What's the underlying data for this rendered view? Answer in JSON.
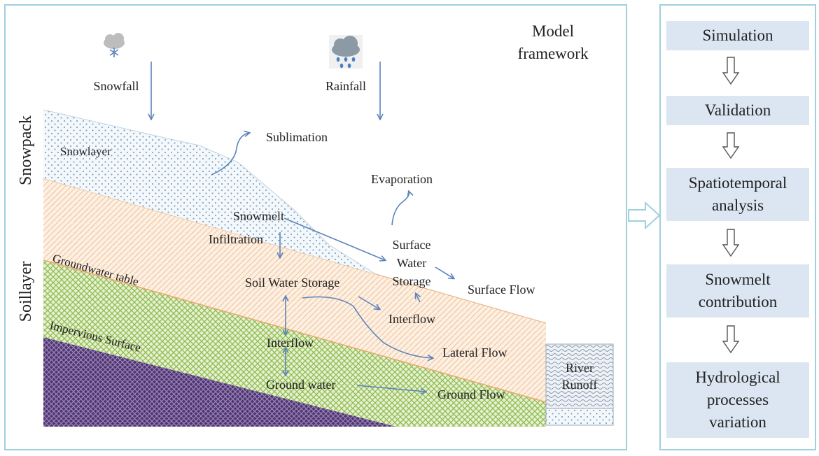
{
  "diagram": {
    "title_line1": "Model",
    "title_line2": "framework",
    "vertical_labels": {
      "snowpack": "Snowpack",
      "soillayer": "Soillayer"
    },
    "layer_labels": {
      "snowlayer": "Snowlayer",
      "groundwater_table": "Groundwater table",
      "impervious_surface": "Impervious Surface"
    },
    "precipitation": {
      "snowfall": "Snowfall",
      "rainfall": "Rainfall"
    },
    "processes": {
      "sublimation": "Sublimation",
      "evaporation": "Evaporation",
      "snowmelt": "Snowmelt",
      "infiltration": "Infiltration",
      "surface_water_storage_line1": "Surface",
      "surface_water_storage_line2": "Water",
      "surface_water_storage_line3": "Storage",
      "surface_flow": "Surface Flow",
      "soil_water_storage": "Soil Water Storage",
      "interflow_upper": "Interflow",
      "interflow_lower": "Interflow",
      "lateral_flow": "Lateral Flow",
      "ground_water": "Ground water",
      "ground_flow": "Ground Flow",
      "river_runoff_line1": "River",
      "river_runoff_line2": "Runoff"
    },
    "colors": {
      "frame": "#9fd0dc",
      "arrow": "#5b84b8",
      "snow_dots": "#7ea6c8",
      "soil_orange": "#f0c7a0",
      "groundwater_green": "#8fbc4c",
      "impervious_purple": "#6a4b88",
      "step_box": "#dce6f2"
    }
  },
  "workflow": {
    "steps": [
      {
        "line1": "Simulation",
        "line2": "",
        "line3": ""
      },
      {
        "line1": "Validation",
        "line2": "",
        "line3": ""
      },
      {
        "line1": "Spatiotemporal",
        "line2": "analysis",
        "line3": ""
      },
      {
        "line1": "Snowmelt",
        "line2": "contribution",
        "line3": ""
      },
      {
        "line1": "Hydrological",
        "line2": "processes",
        "line3": "variation"
      }
    ]
  }
}
